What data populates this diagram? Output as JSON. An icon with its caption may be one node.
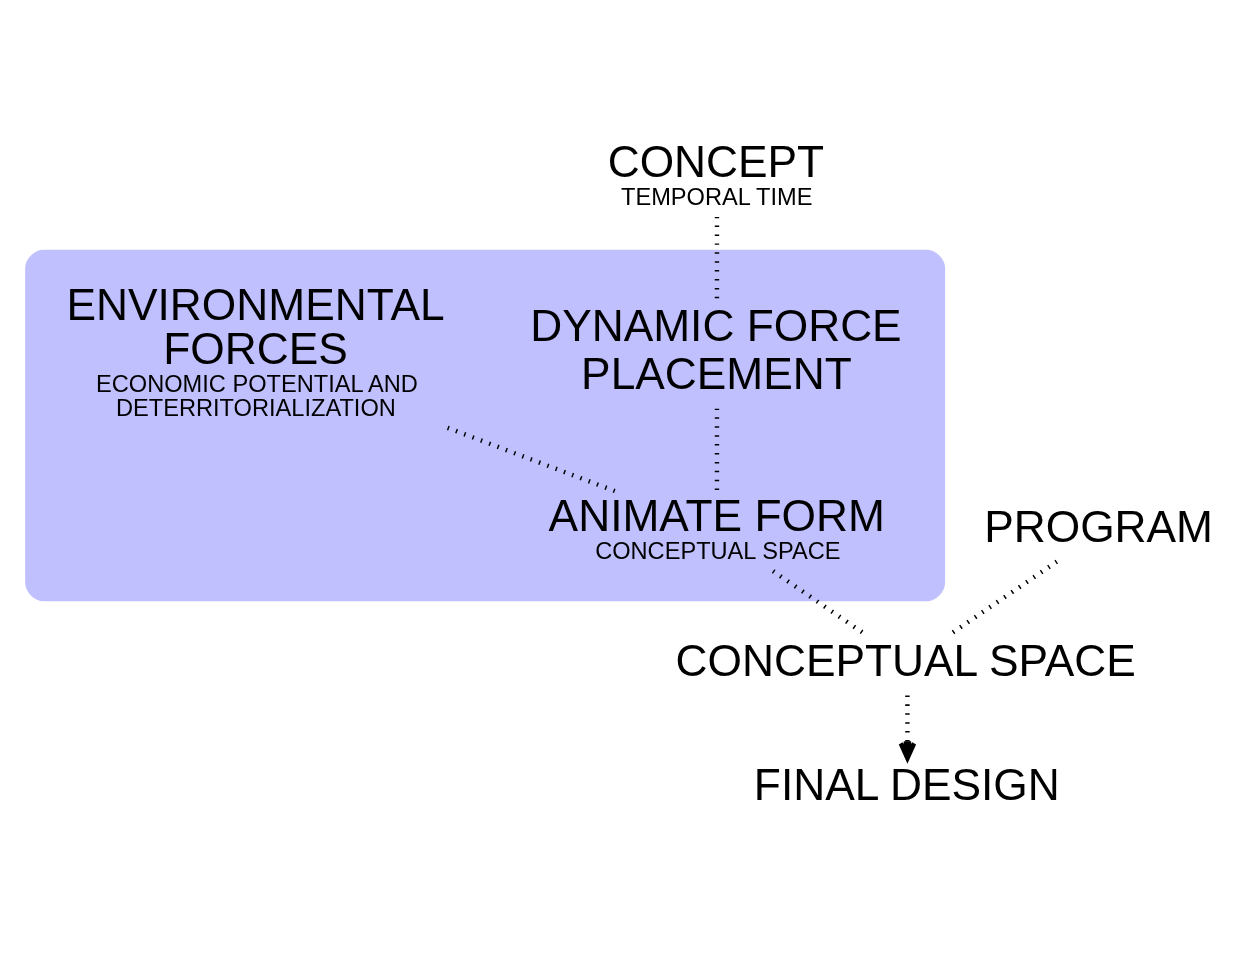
{
  "diagram": {
    "nodes": [
      {
        "text": [
          "CONCEPT",
          "TEMPORAL TIME"
        ]
      },
      {
        "text": [],
        "shape": "box"
      },
      {
        "text": [
          "DYNAMIC FORCE PLACEMENT"
        ],
        "in": 1
      },
      {
        "text": [
          "ENVIRONMENTAL FORCES",
          "ECONOMIC POTENTIAL AND DETERRITORIALIZATION"
        ],
        "in": 1
      },
      {
        "text": [
          "ANIMATE FORM",
          "CONCEPTUAL SPACE"
        ],
        "in": 1
      },
      {
        "text": [
          "PROGRAM"
        ]
      },
      {
        "text": [
          "CONCEPTUAL SPACE"
        ]
      },
      {
        "text": [
          "FINAL DESIGN"
        ]
      }
    ],
    "edges": [
      {
        "from": 0,
        "to": 2,
        "arrow": "none",
        "style": "dashed"
      },
      {
        "from": 2,
        "to": 4,
        "arrow": "none",
        "style": "dashed"
      },
      {
        "from": 3,
        "to": 4,
        "arrow": "none",
        "style": "dashed"
      },
      {
        "from": 4,
        "to": 6,
        "arrow": "none",
        "style": "dashed"
      },
      {
        "from": 5,
        "to": 6,
        "arrow": "none",
        "style": "dashed"
      },
      {
        "from": 6,
        "to": 7,
        "arrow": "to",
        "style": "dashed"
      }
    ]
  }
}
